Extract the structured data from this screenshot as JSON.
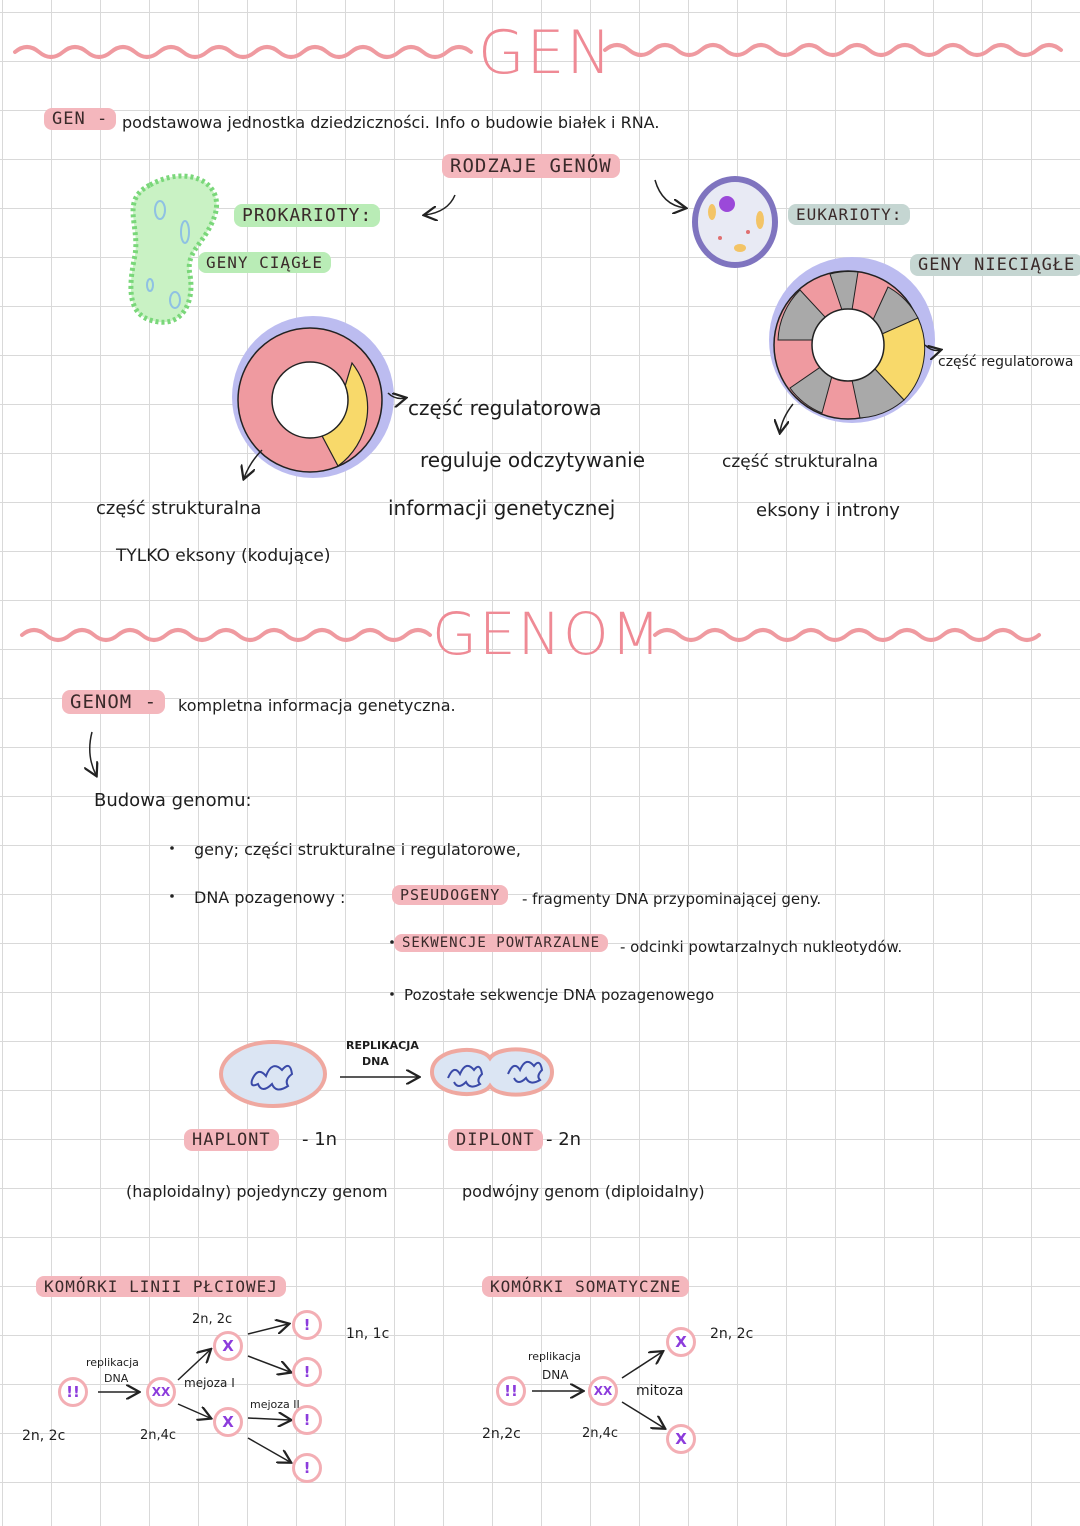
{
  "gen": {
    "title": "GEN",
    "def_term": "GEN -",
    "def_text": "podstawowa jednostka dziedziczności. Info o budowie białek i RNA.",
    "types_label": "RODZAJE GENÓW",
    "prokaryotes": {
      "label": "PROKARIOTY:",
      "genes_label": "GENY CIĄGŁE",
      "regulatory": "część regulatorowa",
      "regulatory_desc_1": "reguluje odczytywanie",
      "regulatory_desc_2": "informacji genetycznej",
      "structural": "część strukturalna",
      "structural_desc": "TYLKO eksony (kodujące)"
    },
    "eukaryotes": {
      "label": "EUKARIOTY:",
      "genes_label": "GENY NIECIĄGŁE",
      "regulatory": "część regulatorowa",
      "structural": "część strukturalna",
      "structural_desc": "eksony i introny"
    }
  },
  "genom": {
    "title": "GENOM",
    "def_term": "GENOM -",
    "def_text": "kompletna informacja genetyczna.",
    "structure_heading": "Budowa genomu:",
    "bullets": {
      "genes": "geny; części strukturalne i regulatorowe,",
      "non_gene_lead": "DNA pozagenowy :",
      "pseudogenes_tag": "PSEUDOGENY",
      "pseudogenes_desc": "- fragmenty DNA przypominającej geny.",
      "repeats_tag": "SEKWENCJE POWTARZALNE",
      "repeats_desc": "- odcinki powtarzalnych nukleotydów.",
      "rest": "Pozostałe sekwencje DNA pozagenowego"
    },
    "replication_label_1": "REPLIKACJA",
    "replication_label_2": "DNA",
    "haploid_tag": "HAPLONT",
    "haploid_ploidy": "- 1n",
    "haploid_desc": "(haploidalny) pojedynczy genom",
    "diploid_tag": "DIPLONT",
    "diploid_ploidy": "- 2n",
    "diploid_desc": "podwójny genom (diploidalny)"
  },
  "cells": {
    "germline": {
      "label": "KOMÓRKI LINII PŁCIOWEJ",
      "start": "2n, 2c",
      "replication_1": "replikacja",
      "replication_2": "DNA",
      "after_replication": "2n,4c",
      "meiosis_1": "mejoza I",
      "meiosis_2": "mejoza II",
      "after_meiosis_1": "2n, 2c",
      "gametes": "1n, 1c",
      "glyph_pair": "!!",
      "glyph_rep": "XX",
      "glyph_single": "X",
      "glyph_gamete": "!"
    },
    "somatic": {
      "label": "KOMÓRKI SOMATYCZNE",
      "start": "2n,2c",
      "replication_1": "replikacja",
      "replication_2": "DNA",
      "after_replication": "2n,4c",
      "mitosis": "mitoza",
      "daughter": "2n, 2c"
    }
  },
  "colors": {
    "title_pink": "#ef8a95",
    "tag_pink": "#f4b7bd",
    "tag_green": "#b9ecb6",
    "tag_gray": "#c5d6d2",
    "ring_pink": "#ef9aa0",
    "ring_yellow": "#f8d96a",
    "ring_gray": "#a9a9a9",
    "halo_blue": "#b7b6f2",
    "chromosome_purple": "#8c3cdc"
  }
}
